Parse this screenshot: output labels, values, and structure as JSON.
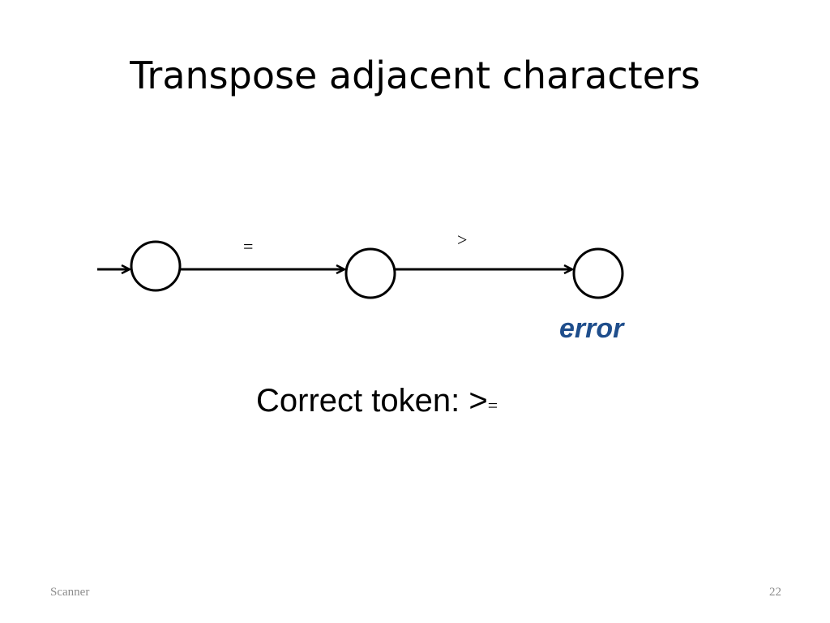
{
  "slide": {
    "title": "Transpose adjacent characters",
    "footer_left": "Scanner",
    "page_number": "22"
  },
  "diagram": {
    "states": [
      {
        "id": "s0",
        "label": ""
      },
      {
        "id": "s1",
        "label": ""
      },
      {
        "id": "s2",
        "label": "error"
      }
    ],
    "transitions": [
      {
        "from": "start",
        "to": "s0",
        "label": ""
      },
      {
        "from": "s0",
        "to": "s1",
        "label": "="
      },
      {
        "from": "s1",
        "to": "s2",
        "label": ">"
      }
    ],
    "error_label": "error"
  },
  "note": {
    "prefix": "Correct token: >",
    "suffix": "="
  },
  "colors": {
    "error_text": "#1f4e8c",
    "footer_text": "#8c8c8c"
  }
}
